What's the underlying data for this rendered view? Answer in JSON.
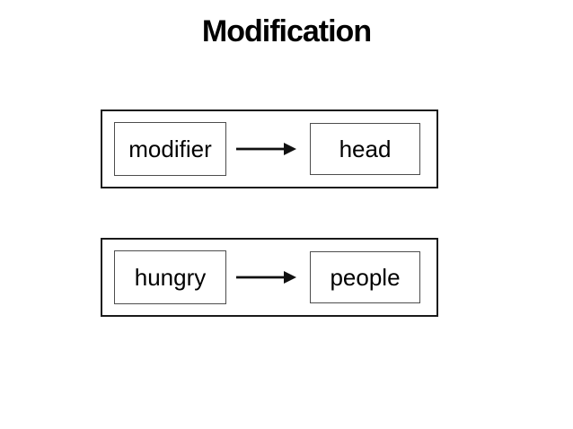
{
  "slide": {
    "title": "Modification",
    "groups": [
      {
        "source": "modifier",
        "target": "head",
        "connector_icon": "arrow-right-icon"
      },
      {
        "source": "hungry",
        "target": "people",
        "connector_icon": "arrow-right-icon"
      }
    ]
  },
  "colors": {
    "background": "#ffffff",
    "text": "#000000",
    "outer_box_border": "#1a1a1a",
    "inner_box_border": "#4d4d4d",
    "arrow": "#111111"
  }
}
